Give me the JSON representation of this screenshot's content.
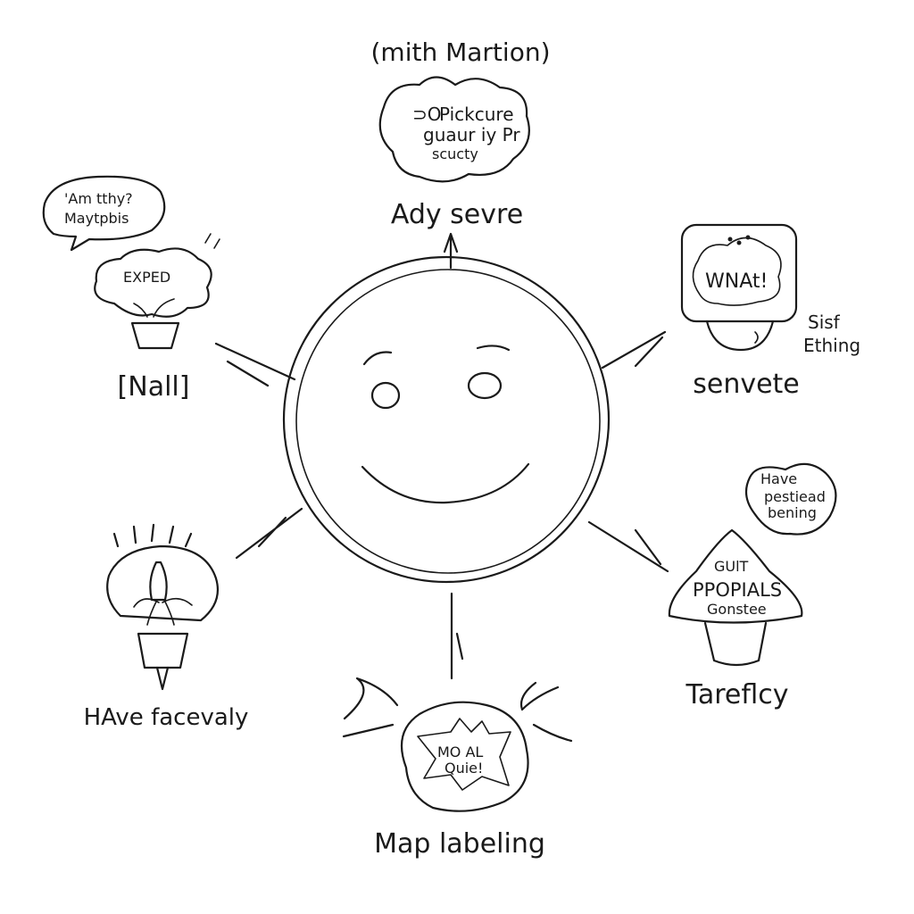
{
  "diagram": {
    "title": "(mith Martion)",
    "center": {
      "face_icon": "smiley-face-icon"
    },
    "nodes": {
      "top": {
        "icon": "thought-cloud-icon",
        "cloud_lines": [
          "Pickcure",
          "guaur iy Pr",
          "scucty"
        ],
        "cloud_mark": "⊃O",
        "label": "Ady sevre"
      },
      "top_left": {
        "icon": "potted-cloud-plant-icon",
        "bubble_lines": [
          "'Am tthy?",
          "Maytpbis"
        ],
        "plant_text": "EXPED",
        "label": "[Nall]"
      },
      "top_right": {
        "icon": "speech-box-icon",
        "box_text": "WNAt!",
        "side_lines": [
          "Sisf",
          "Ething"
        ],
        "label": "senvete"
      },
      "bottom_right": {
        "icon": "lamp-shade-icon",
        "bubble_lines": [
          "Have",
          "pestiead",
          "bening"
        ],
        "shade_lines": [
          "GUlT",
          "PPOPIALS",
          "Gonstee"
        ],
        "label": "Tareflcy"
      },
      "bottom": {
        "icon": "starburst-blob-icon",
        "burst_lines": [
          "MO AL",
          "Quie!"
        ],
        "label": "Map labeling"
      },
      "bottom_left": {
        "icon": "lightbulb-plant-icon",
        "label": "HAve facevaly"
      }
    }
  }
}
